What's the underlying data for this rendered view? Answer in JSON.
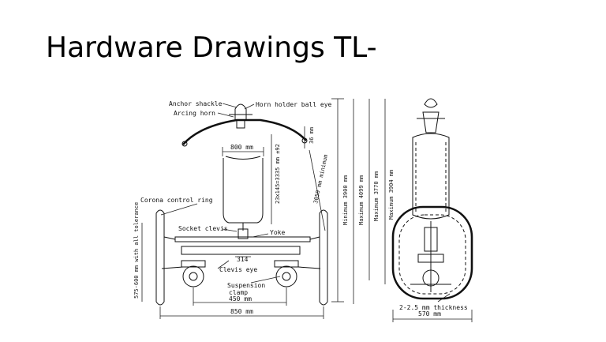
{
  "slide": {
    "title": "Hardware Drawings TL-"
  },
  "drawing": {
    "front_view": {
      "labels": {
        "anchor_shackle": "Anchor shackle",
        "arcing_horn": "Arcing horn",
        "horn_holder_ball_eye": "Horn holder ball eye",
        "corona_control_ring": "Corona control ring",
        "socket_clevis": "Socket clevis",
        "yoke": "Yoke",
        "clevis_eye": "Clevis eye",
        "suspension_clamp_1": "Suspension",
        "suspension_clamp_2": "clamp"
      },
      "dimensions": {
        "top_width": "800 mm",
        "top_height": "36 mm",
        "insulator_length": "23x145=3335 mm ±92",
        "diagonal": "3050 mm minimum",
        "bottom_spacing": "450 mm",
        "small_gap": "314",
        "overall_width": "850 mm",
        "ring_height": "575-600 mm with all tolerance",
        "min_3900": "Minimum 3900 mm",
        "max_4099": "Maximum 4099 mm",
        "max_3770": "Maximum 3770 mm",
        "max_3904": "Maximum 3904 mm"
      }
    },
    "side_view": {
      "labels": {
        "thickness": "2-2.5 mm thickness"
      },
      "dimensions": {
        "width": "570 mm"
      }
    }
  }
}
